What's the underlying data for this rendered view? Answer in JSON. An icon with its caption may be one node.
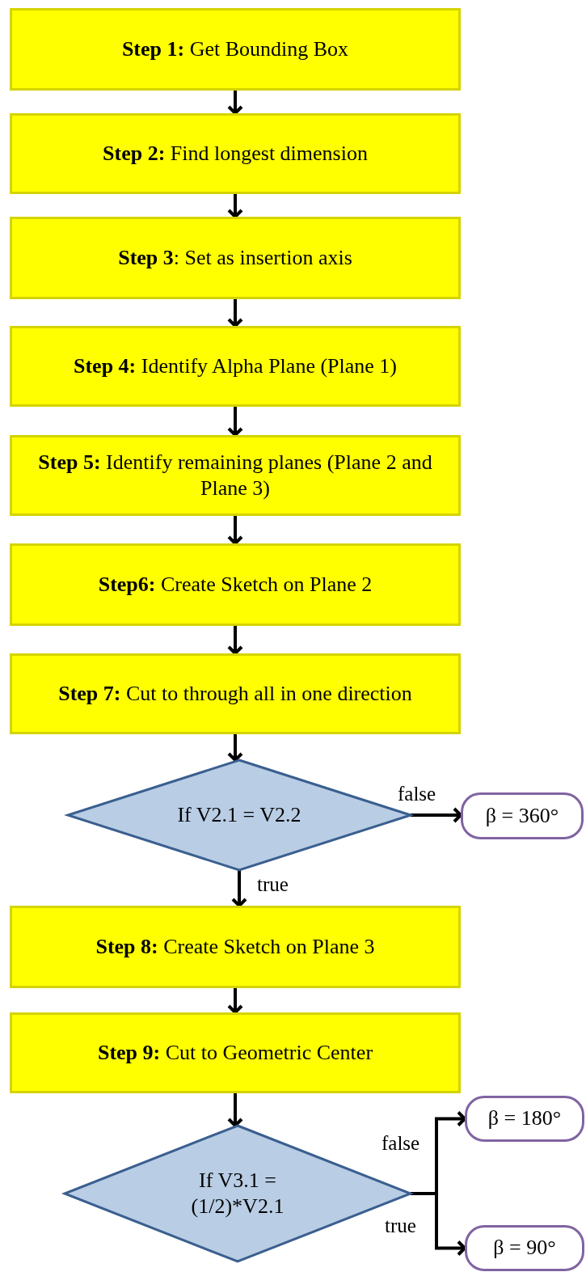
{
  "diagram": {
    "nodes": [
      {
        "text": [
          "**Step 1:** Get Bounding Box"
        ]
      },
      {
        "text": [
          "**Step 2:** Find longest dimension"
        ]
      },
      {
        "text": [
          "**Step 3**: Set as insertion axis"
        ]
      },
      {
        "text": [
          "**Step 4:** Identify Alpha Plane (Plane 1)"
        ]
      },
      {
        "text": [
          "**Step 5:** Identify remaining planes (Plane 2 and Plane 3)"
        ]
      },
      {
        "text": [
          "**Step6:** Create Sketch on Plane 2"
        ]
      },
      {
        "text": [
          "**Step 7:** Cut to through all in one direction"
        ]
      },
      {
        "text": [
          "If V2.1 = V2.2"
        ]
      },
      {
        "text": [
          "β = 360°"
        ]
      },
      {
        "text": [
          "**Step 8:** Create Sketch on Plane 3"
        ]
      },
      {
        "text": [
          "**Step 9:** Cut to Geometric Center"
        ]
      },
      {
        "text": [
          "If V3.1 = (1/2)*V2.1"
        ]
      },
      {
        "text": [
          "β = 180°"
        ]
      },
      {
        "text": [
          "β = 90°"
        ]
      }
    ],
    "edges": [
      {
        "from": 0,
        "to": 1,
        "arrow": "to"
      },
      {
        "from": 1,
        "to": 2,
        "arrow": "to"
      },
      {
        "from": 2,
        "to": 3,
        "arrow": "to"
      },
      {
        "from": 3,
        "to": 4,
        "arrow": "to"
      },
      {
        "from": 4,
        "to": 5,
        "arrow": "to"
      },
      {
        "from": 5,
        "to": 6,
        "arrow": "to"
      },
      {
        "from": 6,
        "to": 7,
        "arrow": "to"
      },
      {
        "from": 7,
        "to": 8,
        "arrow": "to",
        "label": "false"
      },
      {
        "from": 7,
        "to": 9,
        "arrow": "to",
        "label": "true"
      },
      {
        "from": 9,
        "to": 10,
        "arrow": "to"
      },
      {
        "from": 10,
        "to": 11,
        "arrow": "to"
      },
      {
        "from": 11,
        "to": 12,
        "arrow": "to",
        "label": "false"
      },
      {
        "from": 11,
        "to": 13,
        "arrow": "to",
        "label": "true"
      }
    ]
  }
}
